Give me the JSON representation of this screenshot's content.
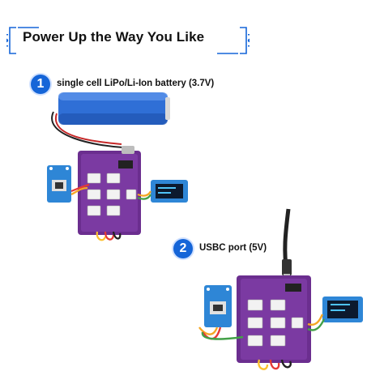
{
  "title": "Power Up the Way You Like",
  "steps": [
    {
      "number": "1",
      "label": "single cell LiPo/Li-Ion battery (3.7V)"
    },
    {
      "number": "2",
      "label": "USBC port (5V)"
    }
  ],
  "colors": {
    "accent": "#1565d8",
    "board": "#6b2e8f",
    "battery": "#2f6fd6"
  }
}
